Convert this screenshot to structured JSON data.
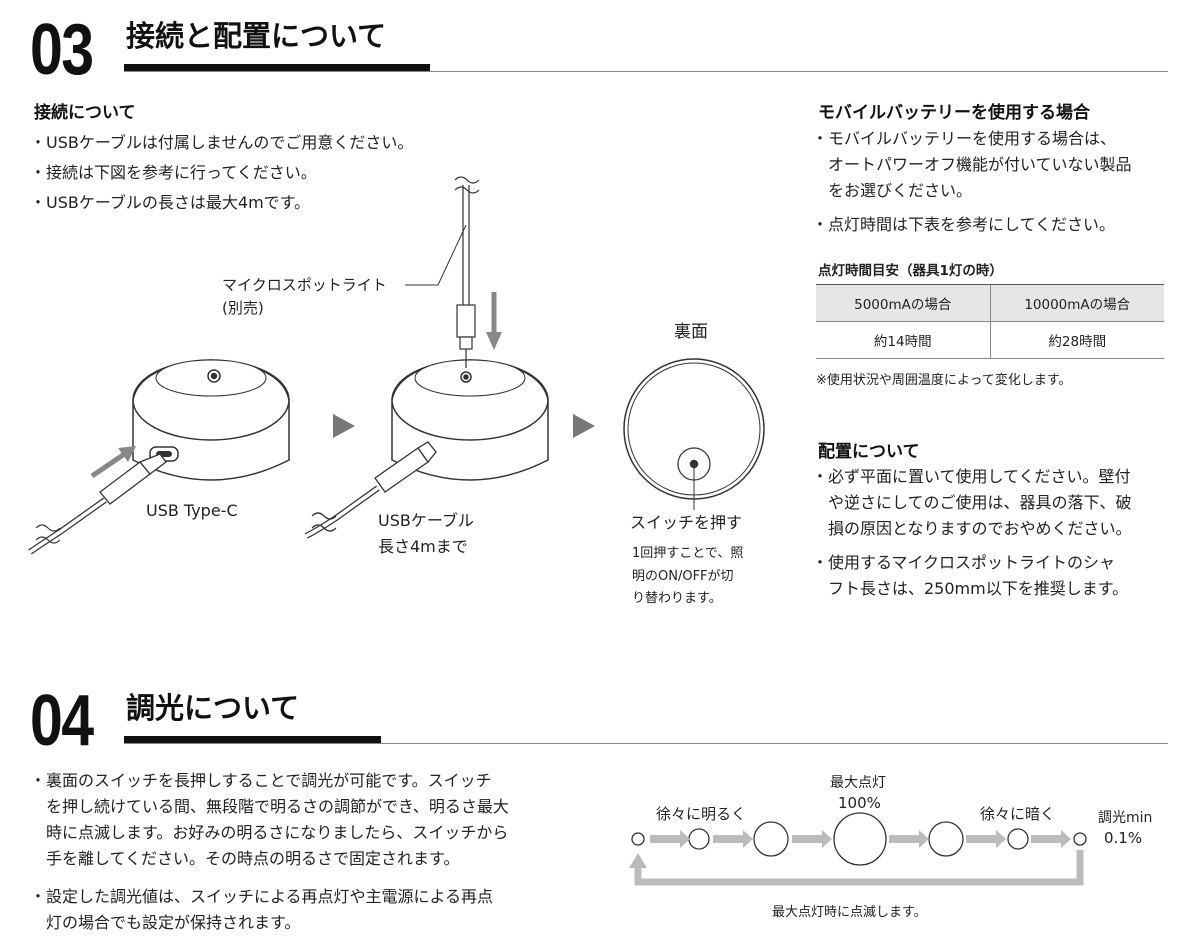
{
  "section03": {
    "number": "03",
    "title": "接続と配置について"
  },
  "connection": {
    "heading": "接続について",
    "bullets": [
      "USBケーブルは付属しませんのでご用意ください。",
      "接続は下図を参考に行ってください。",
      "USBケーブルの長さは最大4mです。"
    ]
  },
  "diagram": {
    "spotlight_label_1": "マイクロスポットライト",
    "spotlight_label_2": "(別売)",
    "usb_type_c": "USB Type-C",
    "usb_cable_1": "USBケーブル",
    "usb_cable_2": "長さ4mまで",
    "back_label": "裏面",
    "switch_label": "スイッチを押す",
    "switch_note": [
      "1回押すことで、照",
      "明のON/OFFが切",
      "り替わります。"
    ]
  },
  "battery": {
    "heading": "モバイルバッテリーを使用する場合",
    "bullet1": [
      "モバイルバッテリーを使用する場合は、",
      "オートパワーオフ機能が付いていない製品",
      "をお選びください。"
    ],
    "bullet2": "点灯時間は下表を参考にしてください。",
    "table_title": "点灯時間目安（器具1灯の時）",
    "table_headers": [
      "5000mAの場合",
      "10000mAの場合"
    ],
    "table_values": [
      "約14時間",
      "約28時間"
    ],
    "note": "※使用状況や周囲温度によって変化します。"
  },
  "placement": {
    "heading": "配置について",
    "bullet1": [
      "必ず平面に置いて使用してください。壁付",
      "や逆さにしてのご使用は、器具の落下、破",
      "損の原因となりますのでおやめください。"
    ],
    "bullet2": [
      "使用するマイクロスポットライトのシャ",
      "フト長さは、250mm以下を推奨します。"
    ]
  },
  "section04": {
    "number": "04",
    "title": "調光について"
  },
  "dimming": {
    "bullet1": [
      "裏面のスイッチを長押しすることで調光が可能です。スイッチ",
      "を押し続けている間、無段階で明るさの調節ができ、明るさ最大",
      "時に点滅します。お好みの明るさになりましたら、スイッチから",
      "手を離してください。その時点の明るさで固定されます。"
    ],
    "bullet2": [
      "設定した調光値は、スイッチによる再点灯や主電源による再点",
      "灯の場合でも設定が保持されます。"
    ],
    "gradually_brighter": "徐々に明るく",
    "max_label": "最大点灯",
    "max_value": "100%",
    "gradually_darker": "徐々に暗く",
    "min_label": "調光min",
    "min_value": "0.1%",
    "blink_note": "最大点灯時に点滅します。"
  }
}
